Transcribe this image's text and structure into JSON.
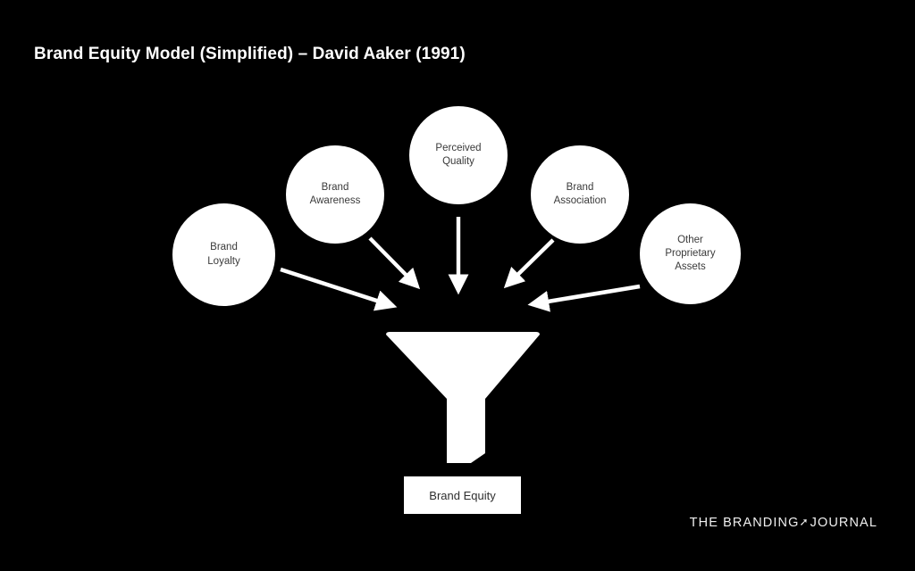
{
  "slide": {
    "background_color": "#000000",
    "title": "Brand Equity Model (Simplified) – David Aaker (1991)"
  },
  "nodes": [
    {
      "id": "brand-loyalty",
      "label": "Brand\nLoyalty"
    },
    {
      "id": "brand-awareness",
      "label": "Brand\nAwareness"
    },
    {
      "id": "perceived-quality",
      "label": "Perceived\nQuality"
    },
    {
      "id": "brand-association",
      "label": "Brand\nAssociation"
    },
    {
      "id": "other-proprietary-assets",
      "label": "Other\nProprietary\nAssets"
    }
  ],
  "node_labels": {
    "loyalty_line1": "Brand",
    "loyalty_line2": "Loyalty",
    "awareness_line1": "Brand",
    "awareness_line2": "Awareness",
    "quality_line1": "Perceived",
    "quality_line2": "Quality",
    "association_line1": "Brand",
    "association_line2": "Association",
    "other_line1": "Other",
    "other_line2": "Proprietary",
    "other_line3": "Assets"
  },
  "funnel": {
    "fill_color": "#ffffff",
    "output_label": "Brand Equity"
  },
  "watermark": {
    "text_before": "THE BRANDIN",
    "letter_g": "G",
    "arrow_glyph": "➚",
    "text_after": "JOURNAL",
    "full_text": "THE BRANDING JOURNAL",
    "color": "#efefef"
  },
  "colors": {
    "background": "#000000",
    "node_fill": "#ffffff",
    "node_text": "#3a3a3a",
    "title_text": "#ffffff",
    "arrow": "#ffffff"
  },
  "chart_data": {
    "type": "diagram",
    "title": "Brand Equity Model (Simplified) – David Aaker (1991)",
    "structure": "five source circles converge via arrows into a funnel that outputs a single result box",
    "sources": [
      "Brand Loyalty",
      "Brand Awareness",
      "Perceived Quality",
      "Brand Association",
      "Other Proprietary Assets"
    ],
    "output": "Brand Equity",
    "edges": [
      {
        "from": "Brand Loyalty",
        "to": "funnel"
      },
      {
        "from": "Brand Awareness",
        "to": "funnel"
      },
      {
        "from": "Perceived Quality",
        "to": "funnel"
      },
      {
        "from": "Brand Association",
        "to": "funnel"
      },
      {
        "from": "Other Proprietary Assets",
        "to": "funnel"
      }
    ]
  }
}
